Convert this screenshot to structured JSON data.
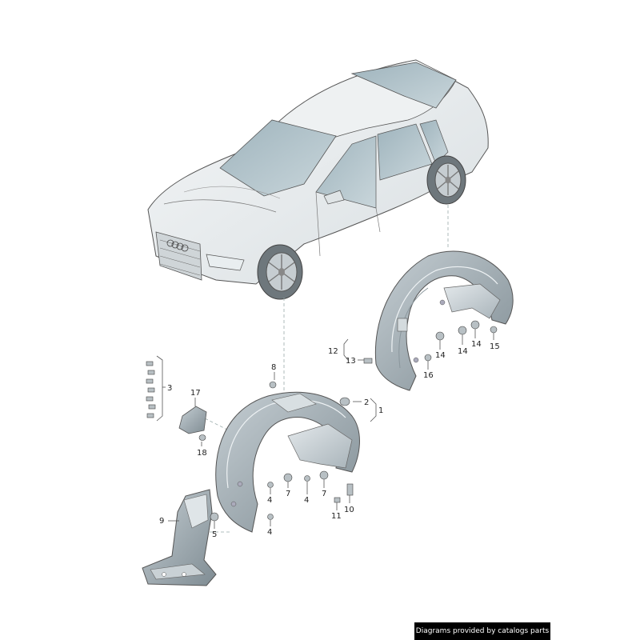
{
  "callouts": [
    {
      "id": "1",
      "text": "1"
    },
    {
      "id": "2",
      "text": "2"
    },
    {
      "id": "3",
      "text": "3"
    },
    {
      "id": "4a",
      "text": "4"
    },
    {
      "id": "4b",
      "text": "4"
    },
    {
      "id": "4c",
      "text": "4"
    },
    {
      "id": "5",
      "text": "5"
    },
    {
      "id": "7a",
      "text": "7"
    },
    {
      "id": "7b",
      "text": "7"
    },
    {
      "id": "8",
      "text": "8"
    },
    {
      "id": "9",
      "text": "9"
    },
    {
      "id": "10",
      "text": "10"
    },
    {
      "id": "11",
      "text": "11"
    },
    {
      "id": "12",
      "text": "12"
    },
    {
      "id": "13",
      "text": "13"
    },
    {
      "id": "14a",
      "text": "14"
    },
    {
      "id": "14b",
      "text": "14"
    },
    {
      "id": "14c",
      "text": "14"
    },
    {
      "id": "15",
      "text": "15"
    },
    {
      "id": "16",
      "text": "16"
    },
    {
      "id": "17",
      "text": "17"
    },
    {
      "id": "18",
      "text": "18"
    }
  ],
  "credit": "Diagrams provided by catalogs parts"
}
